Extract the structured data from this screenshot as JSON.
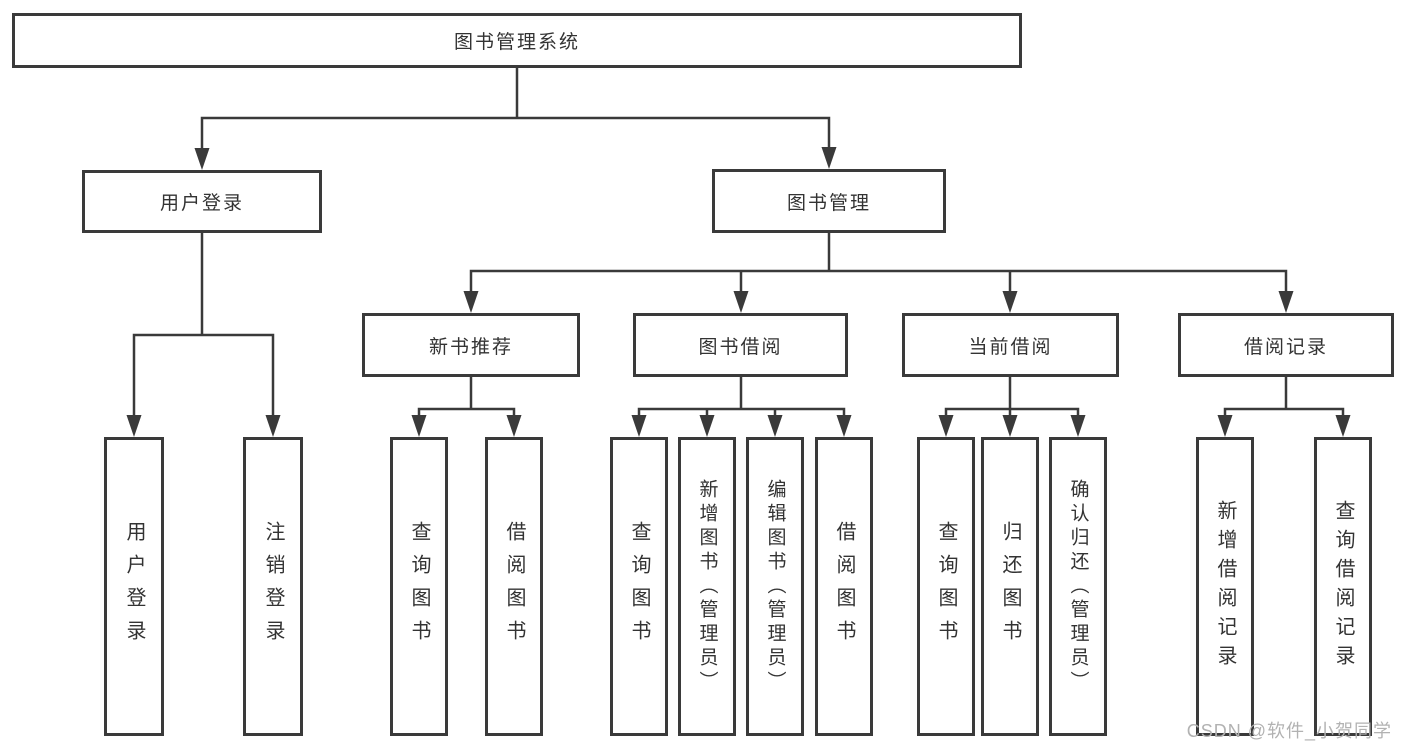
{
  "diagram_title": "图书管理系统",
  "tree": {
    "root": {
      "label": "图书管理系统",
      "children": [
        {
          "label": "用户登录",
          "children": [
            {
              "label": "用户登录"
            },
            {
              "label": "注销登录"
            }
          ]
        },
        {
          "label": "图书管理",
          "children": [
            {
              "label": "新书推荐",
              "children": [
                {
                  "label": "查询图书"
                },
                {
                  "label": "借阅图书"
                }
              ]
            },
            {
              "label": "图书借阅",
              "children": [
                {
                  "label": "查询图书"
                },
                {
                  "label": "新增图书（管理员）"
                },
                {
                  "label": "编辑图书（管理员）"
                },
                {
                  "label": "借阅图书"
                }
              ]
            },
            {
              "label": "当前借阅",
              "children": [
                {
                  "label": "查询图书"
                },
                {
                  "label": "归还图书"
                },
                {
                  "label": "确认归还（管理员）"
                }
              ]
            },
            {
              "label": "借阅记录",
              "children": [
                {
                  "label": "新增借阅记录"
                },
                {
                  "label": "查询借阅记录"
                }
              ]
            }
          ]
        }
      ]
    }
  },
  "watermark": {
    "text": "CSDN @软件_小贺同学"
  },
  "colors": {
    "line": "#3a3a3a",
    "text": "#333333",
    "background": "#ffffff",
    "watermark": "#b2b2b2"
  }
}
